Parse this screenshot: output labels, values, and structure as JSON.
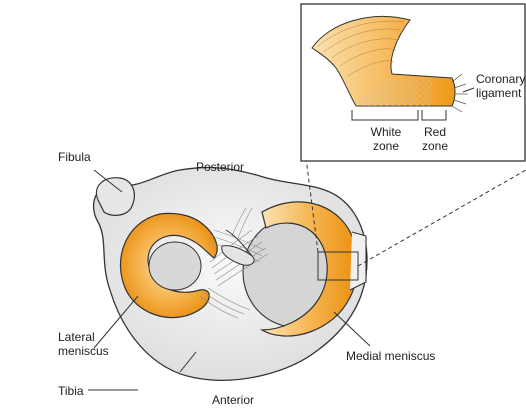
{
  "labels": {
    "fibula": "Fibula",
    "posterior": "Posterior",
    "lateral_meniscus": "Lateral\nmeniscus",
    "tibia": "Tibia",
    "anterior": "Anterior",
    "medial_meniscus": "Medial meniscus"
  },
  "inset": {
    "coronary_ligament": "Coronary\nligament",
    "white_zone": "White\nzone",
    "red_zone": "Red\nzone"
  },
  "colors": {
    "meniscus_orange": "#f2a12b",
    "bone_fill": "#ebebeb",
    "outline": "#333333"
  }
}
